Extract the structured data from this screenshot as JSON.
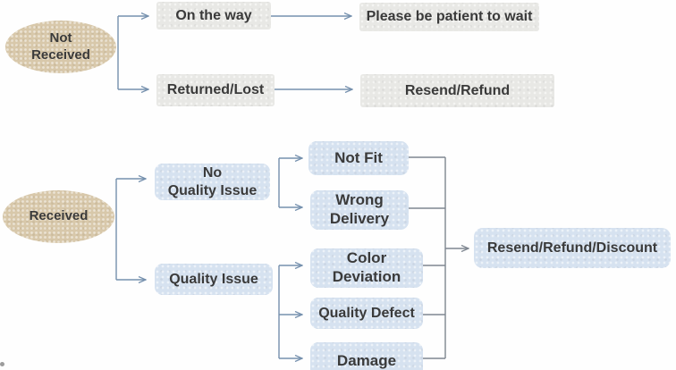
{
  "diagram": {
    "type": "flowchart",
    "nodes": {
      "not_received": {
        "label": "Not\nReceived",
        "shape": "ellipse"
      },
      "on_the_way": {
        "label": "On the way",
        "shape": "box"
      },
      "please_wait": {
        "label": "Please be patient to wait",
        "shape": "box"
      },
      "returned_lost": {
        "label": "Returned/Lost",
        "shape": "box"
      },
      "resend_refund": {
        "label": "Resend/Refund",
        "shape": "box"
      },
      "received": {
        "label": "Received",
        "shape": "ellipse"
      },
      "no_quality_issue": {
        "label": "No\nQuality Issue",
        "shape": "box"
      },
      "quality_issue": {
        "label": "Quality Issue",
        "shape": "box"
      },
      "not_fit": {
        "label": "Not Fit",
        "shape": "box"
      },
      "wrong_delivery": {
        "label": "Wrong\nDelivery",
        "shape": "box"
      },
      "color_deviation": {
        "label": "Color\nDeviation",
        "shape": "box"
      },
      "quality_defect": {
        "label": "Quality Defect",
        "shape": "box"
      },
      "damage": {
        "label": "Damage",
        "shape": "box"
      },
      "resend_refund_discount": {
        "label": "Resend/Refund/Discount",
        "shape": "box"
      }
    },
    "edges": [
      {
        "from": "not_received",
        "to": "on_the_way"
      },
      {
        "from": "not_received",
        "to": "returned_lost"
      },
      {
        "from": "on_the_way",
        "to": "please_wait"
      },
      {
        "from": "returned_lost",
        "to": "resend_refund"
      },
      {
        "from": "received",
        "to": "no_quality_issue"
      },
      {
        "from": "received",
        "to": "quality_issue"
      },
      {
        "from": "no_quality_issue",
        "to": "not_fit"
      },
      {
        "from": "no_quality_issue",
        "to": "wrong_delivery"
      },
      {
        "from": "quality_issue",
        "to": "color_deviation"
      },
      {
        "from": "quality_issue",
        "to": "quality_defect"
      },
      {
        "from": "quality_issue",
        "to": "damage"
      },
      {
        "from": "not_fit",
        "to": "resend_refund_discount"
      },
      {
        "from": "wrong_delivery",
        "to": "resend_refund_discount"
      },
      {
        "from": "color_deviation",
        "to": "resend_refund_discount"
      },
      {
        "from": "quality_defect",
        "to": "resend_refund_discount"
      },
      {
        "from": "damage",
        "to": "resend_refund_discount"
      }
    ],
    "colors": {
      "ellipse_fill": "#d8c8aa",
      "gray_box_fill": "#e8e8e5",
      "blue_box_fill": "#d6e2f0",
      "line_blue": "#7590ad",
      "line_gray": "#7e8690",
      "text": "#3a3a3a"
    }
  }
}
